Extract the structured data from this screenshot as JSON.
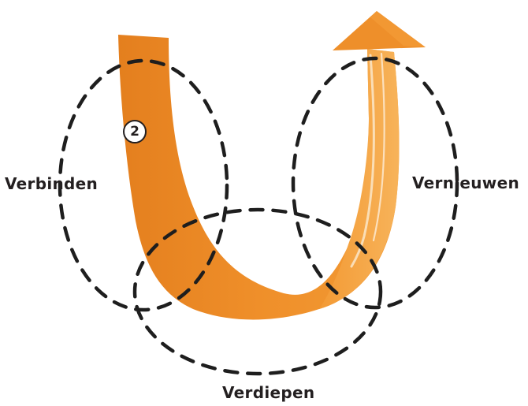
{
  "labels": {
    "left": "Verbinden",
    "right": "Vernieuwen",
    "bottom": "Verdiepen"
  },
  "step_badge": {
    "number": "2"
  },
  "colors": {
    "arrow_main": "#f0922b",
    "arrow_dark": "#e5801c",
    "arrow_light": "#f6ad52",
    "dash": "#1e1e1e",
    "text": "#231f20"
  },
  "icons": {
    "arrow": "u-turn-arrow-icon",
    "circles": "dashed-circle-icon"
  }
}
